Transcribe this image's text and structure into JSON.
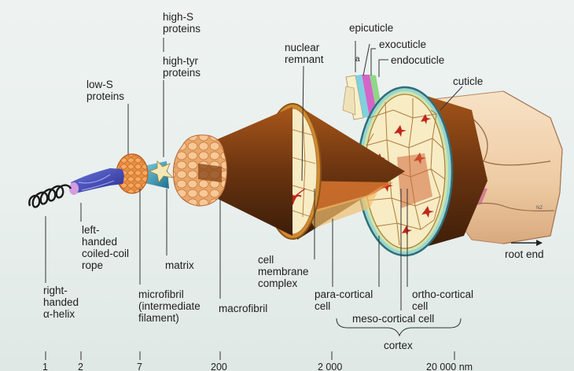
{
  "labels": {
    "high_s_proteins": [
      "high-S",
      "proteins"
    ],
    "high_tyr_proteins": [
      "high-tyr",
      "proteins"
    ],
    "low_s_proteins": [
      "low-S",
      "proteins"
    ],
    "nuclear_remnant": [
      "nuclear",
      "remnant"
    ],
    "epicuticle": "epicuticle",
    "a": "a",
    "exocuticle": "exocuticle",
    "endocuticle": "endocuticle",
    "cuticle": "cuticle",
    "left_handed_rope": [
      "left-",
      "handed",
      "coiled-coil",
      "rope"
    ],
    "matrix": "matrix",
    "cell_membrane_complex": [
      "cell",
      "membrane",
      "complex"
    ],
    "root_end": "root end",
    "right_handed_helix": [
      "right-",
      "handed",
      "α-helix"
    ],
    "microfibril": [
      "microfibril",
      "(intermediate",
      "filament)"
    ],
    "macrofibril": "macrofibril",
    "para_cortical": [
      "para-cortical",
      "cell"
    ],
    "ortho_cortical": [
      "ortho-cortical",
      "cell"
    ],
    "meso_cortical": "meso-cortical cell",
    "cortex": "cortex",
    "signature": "NZ"
  },
  "scale_ticks": [
    "1",
    "2",
    "7",
    "200",
    "2 000",
    "20 000 nm"
  ],
  "colors": {
    "background": "#e8efed",
    "cuticle_skin": "#f0d2b0",
    "cortex_brown": "#7a3d12",
    "cell_fill": "#f7ecc4",
    "nucleus_red": "#c0261b",
    "helix_blue": "#3c48b8",
    "microfibril_orange": "#f0843a"
  }
}
